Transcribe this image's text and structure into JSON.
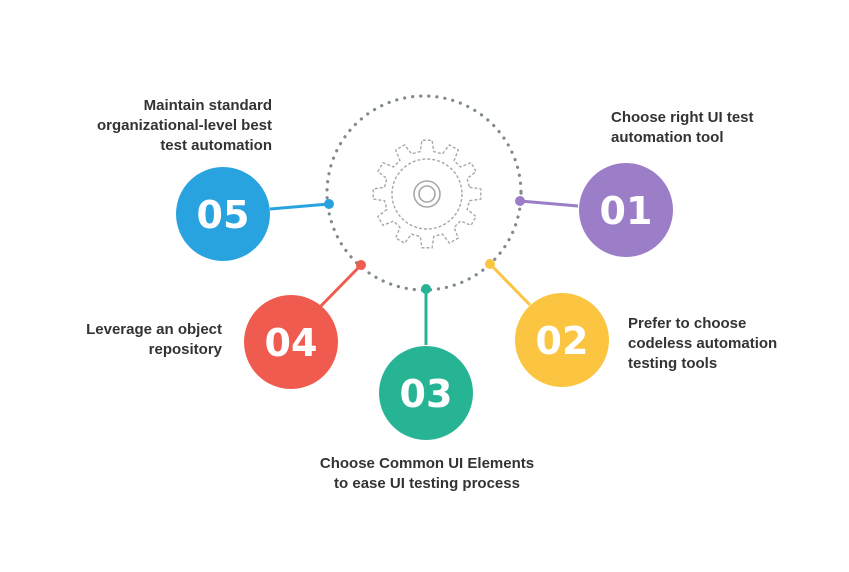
{
  "colors": {
    "step1": "#9b7dc8",
    "step2": "#fbc441",
    "step3": "#27b494",
    "step4": "#ef5b4f",
    "step5": "#29a3e0",
    "ring": "#7f8a8f",
    "gear": "#a8a8a8",
    "text": "#333333"
  },
  "center": {
    "icon": "gear-icon"
  },
  "steps": [
    {
      "number": "01",
      "lines": [
        "Choose right UI test",
        "automation tool"
      ]
    },
    {
      "number": "02",
      "lines": [
        "Prefer to choose",
        "codeless automation",
        "testing tools"
      ]
    },
    {
      "number": "03",
      "lines": [
        "Choose Common UI Elements",
        "to ease UI testing process"
      ]
    },
    {
      "number": "04",
      "lines": [
        "Leverage an object",
        "repository"
      ]
    },
    {
      "number": "05",
      "lines": [
        "Maintain standard",
        "organizational-level best",
        "test automation"
      ]
    }
  ]
}
